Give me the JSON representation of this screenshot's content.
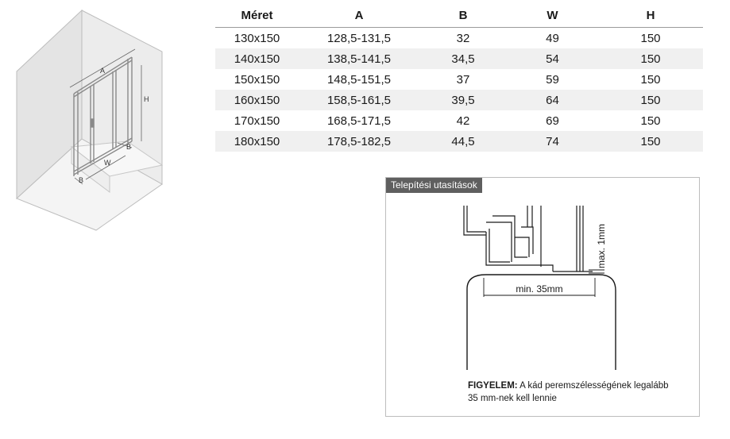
{
  "diagram_labels": {
    "a": "A",
    "h": "H",
    "b_right": "B",
    "w": "W",
    "b_left": "B"
  },
  "table": {
    "headers": [
      "Méret",
      "A",
      "B",
      "W",
      "H"
    ],
    "rows": [
      [
        "130x150",
        "128,5-131,5",
        "32",
        "49",
        "150"
      ],
      [
        "140x150",
        "138,5-141,5",
        "34,5",
        "54",
        "150"
      ],
      [
        "150x150",
        "148,5-151,5",
        "37",
        "59",
        "150"
      ],
      [
        "160x150",
        "158,5-161,5",
        "39,5",
        "64",
        "150"
      ],
      [
        "170x150",
        "168,5-171,5",
        "42",
        "69",
        "150"
      ],
      [
        "180x150",
        "178,5-182,5",
        "44,5",
        "74",
        "150"
      ]
    ]
  },
  "install": {
    "tab": "Telepítési utasítások",
    "min_label": "min. 35mm",
    "max_label": "max. 1mm",
    "note_bold": "FIGYELEM:",
    "note_text": " A kád peremszélességének legalább 35 mm-nek kell lennie"
  }
}
